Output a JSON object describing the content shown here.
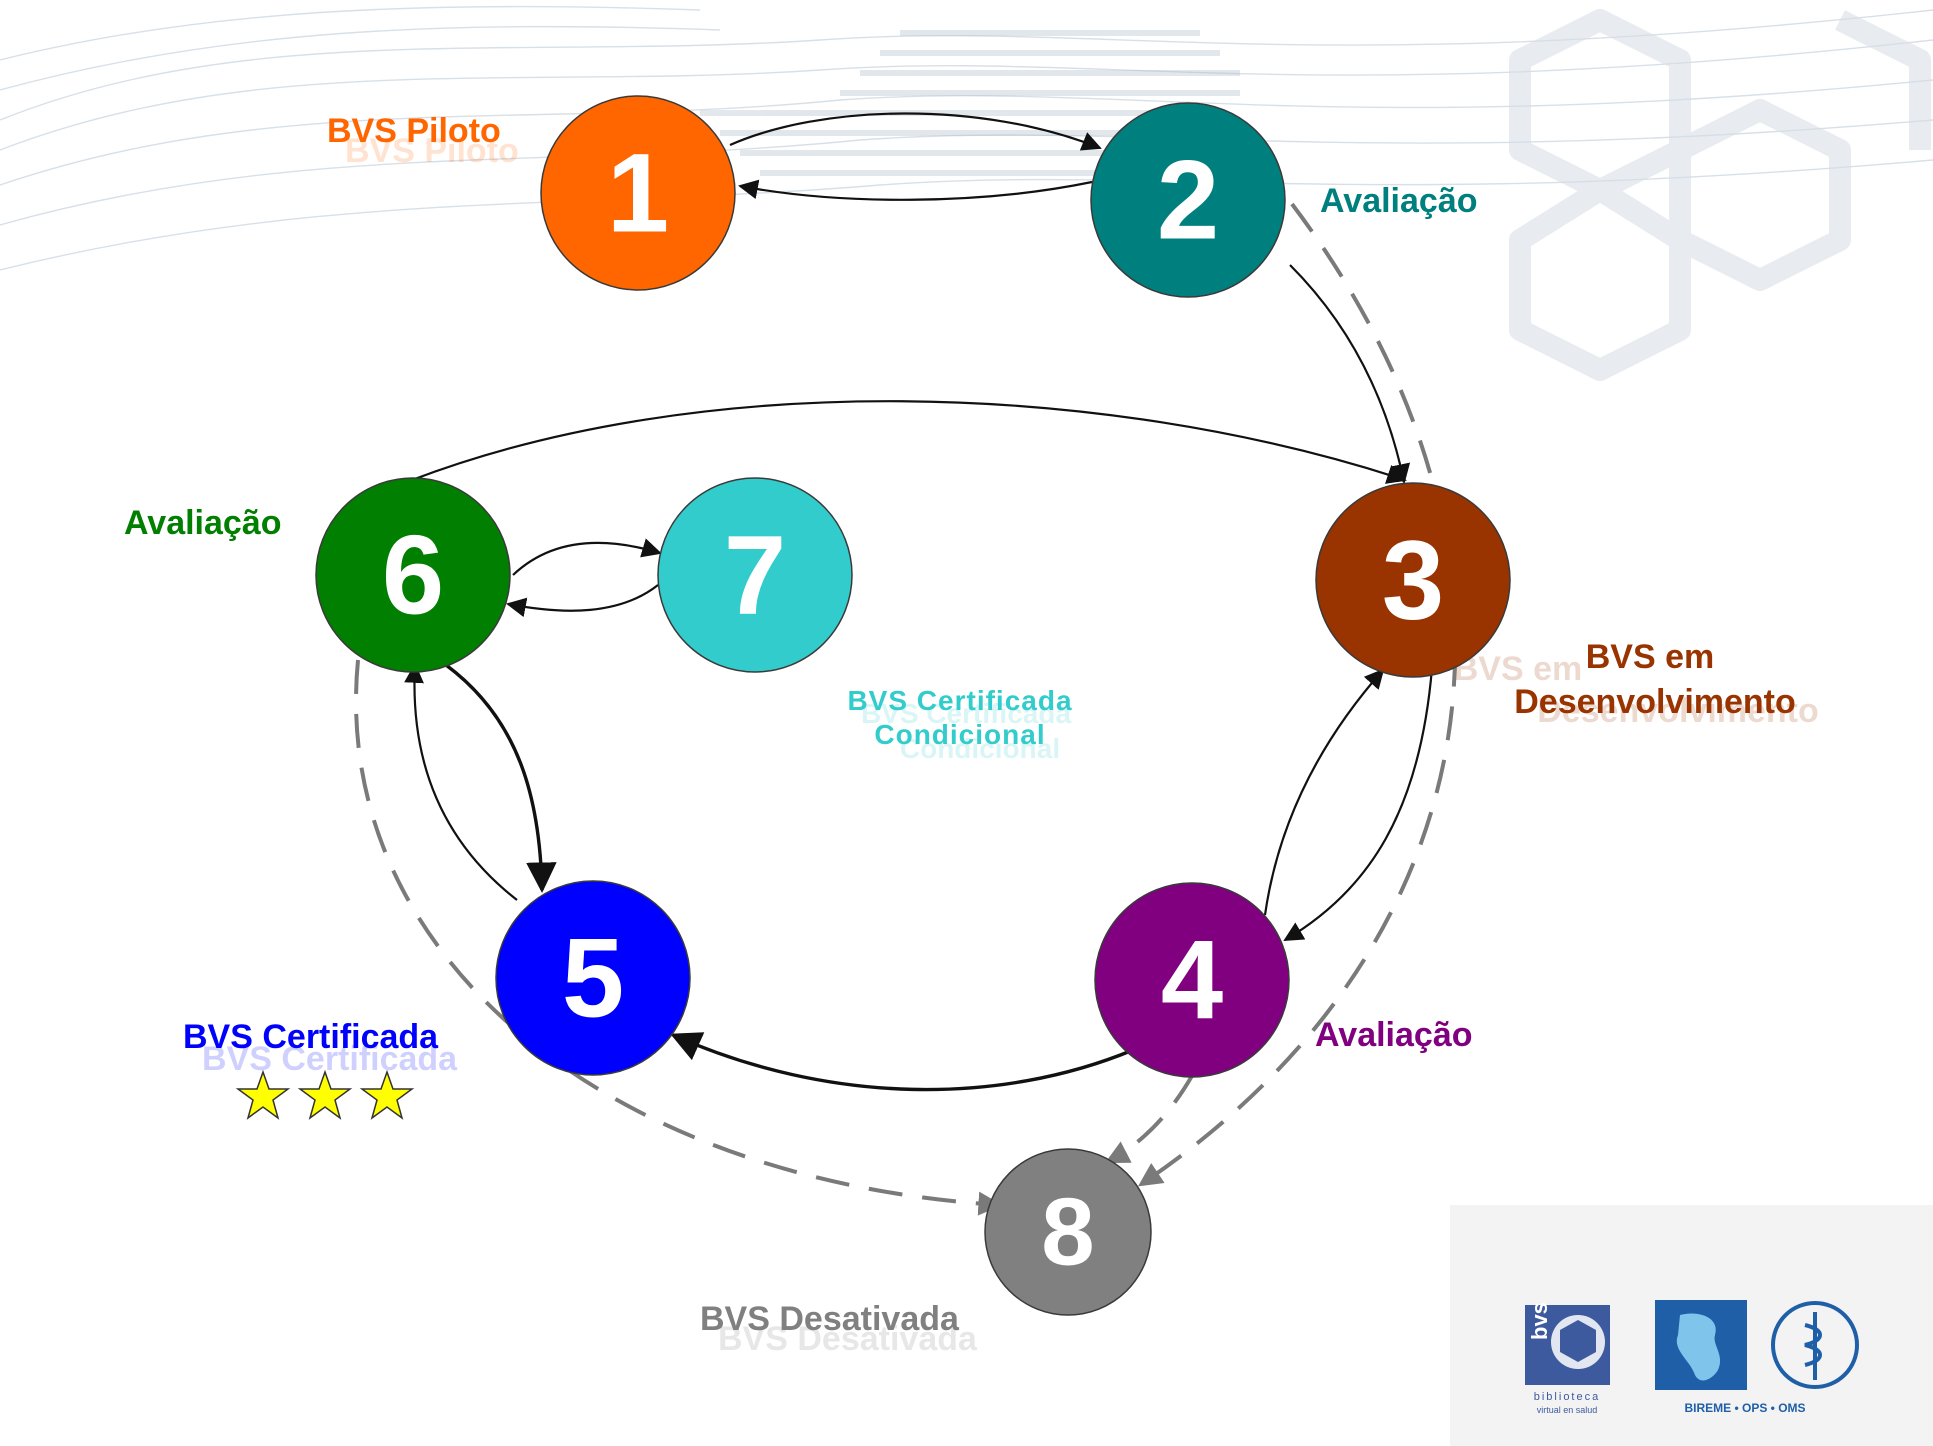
{
  "nodes": [
    {
      "id": "1",
      "number": "1",
      "color": "#ff6600",
      "label": "BVS Piloto",
      "label_color": "#ff6600"
    },
    {
      "id": "2",
      "number": "2",
      "color": "#007f7f",
      "label": "Avaliação",
      "label_color": "#007f7f"
    },
    {
      "id": "3",
      "number": "3",
      "color": "#993300",
      "label_line1": "BVS em",
      "label_line2": "Desenvolvimento",
      "label_color": "#993300"
    },
    {
      "id": "4",
      "number": "4",
      "color": "#800080",
      "label": "Avaliação",
      "label_color": "#800080"
    },
    {
      "id": "5",
      "number": "5",
      "color": "#0000ff",
      "label": "BVS Certificada",
      "label_color": "#0000ff"
    },
    {
      "id": "6",
      "number": "6",
      "color": "#007f00",
      "label": "Avaliação",
      "label_color": "#007f00"
    },
    {
      "id": "7",
      "number": "7",
      "color": "#33cccc",
      "label_line1": "BVS Certificada",
      "label_line2": "Condicional",
      "label_color": "#33cccc"
    },
    {
      "id": "8",
      "number": "8",
      "color": "#808080",
      "label": "BVS Desativada",
      "label_color": "#808080"
    }
  ],
  "stars": {
    "count": 3,
    "color": "#ffff00"
  },
  "logos": {
    "bvs_word": "bvs",
    "bvs_line1": "biblioteca",
    "bvs_line2": "virtual en salud",
    "bireme": "BIREME • OPS • OMS"
  }
}
